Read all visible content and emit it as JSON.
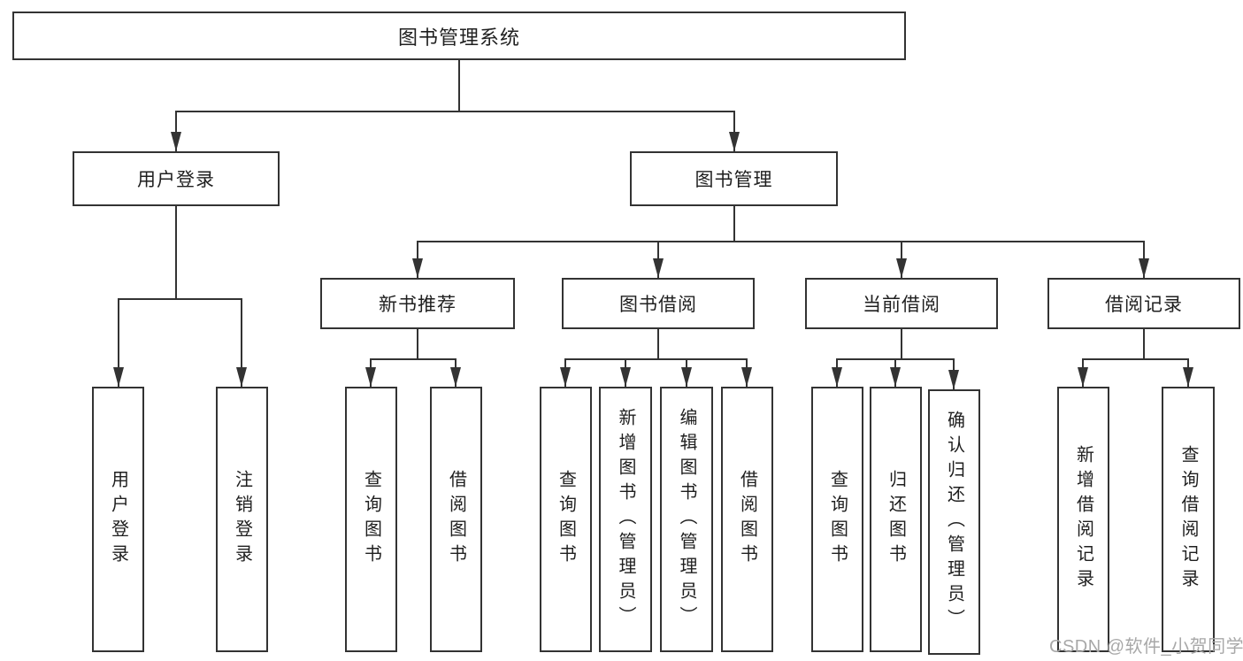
{
  "diagram": {
    "root": {
      "label": "图书管理系统"
    },
    "level2": [
      {
        "label": "用户登录"
      },
      {
        "label": "图书管理"
      }
    ],
    "level3": [
      {
        "label": "新书推荐"
      },
      {
        "label": "图书借阅"
      },
      {
        "label": "当前借阅"
      },
      {
        "label": "借阅记录"
      }
    ],
    "leaves": {
      "user_login": [
        "用户登录",
        "注销登录"
      ],
      "new_book_recommend": [
        "查询图书",
        "借阅图书"
      ],
      "book_borrow": [
        "查询图书",
        "新增图书（管理员）",
        "编辑图书（管理员）",
        "借阅图书"
      ],
      "current_borrow": [
        "查询图书",
        "归还图书",
        "确认归还（管理员）"
      ],
      "borrow_record": [
        "新增借阅记录",
        "查询借阅记录"
      ]
    }
  },
  "watermark": {
    "text": "CSDN @软件_小贺同学",
    "color": "#a8a8a8"
  },
  "colors": {
    "line": "#333333",
    "box_border": "#333333",
    "text": "#1f1f1f",
    "background": "#ffffff"
  }
}
